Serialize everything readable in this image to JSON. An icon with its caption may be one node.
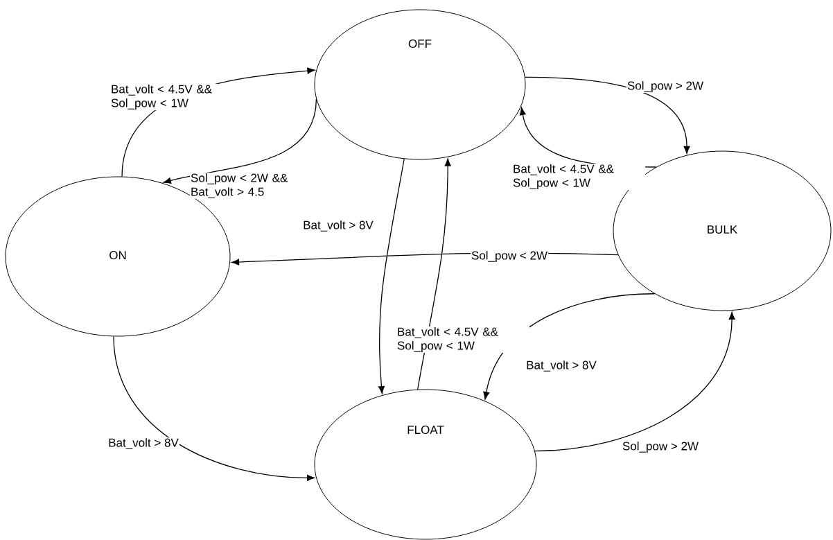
{
  "diagram": {
    "nodes": [
      {
        "text": [
          "OFF"
        ]
      },
      {
        "text": [
          "ON"
        ]
      },
      {
        "text": [
          "BULK"
        ]
      },
      {
        "text": [
          "FLOAT"
        ]
      }
    ],
    "edges": [
      {
        "from": 1,
        "to": 0,
        "arrow": "to",
        "label": "Bat_volt < 4.5V && Sol_pow < 1W"
      },
      {
        "from": 0,
        "to": 1,
        "arrow": "to",
        "label": "Sol_pow < 2W && Bat_volt > 4.5"
      },
      {
        "from": 0,
        "to": 2,
        "arrow": "to",
        "label": "Sol_pow > 2W"
      },
      {
        "from": 2,
        "to": 0,
        "arrow": "to",
        "label": "Bat_volt < 4.5V && Sol_pow < 1W"
      },
      {
        "from": 2,
        "to": 1,
        "arrow": "to",
        "label": "Sol_pow < 2W"
      },
      {
        "from": 0,
        "to": 3,
        "arrow": "to",
        "label": "Bat_volt > 8V"
      },
      {
        "from": 3,
        "to": 0,
        "arrow": "to",
        "label": "Bat_volt < 4.5V && Sol_pow < 1W"
      },
      {
        "from": 2,
        "to": 3,
        "arrow": "to",
        "label": "Bat_volt > 8V"
      },
      {
        "from": 3,
        "to": 2,
        "arrow": "to",
        "label": "Sol_pow > 2W"
      },
      {
        "from": 1,
        "to": 3,
        "arrow": "to",
        "label": "Bat_volt > 8V"
      }
    ]
  }
}
